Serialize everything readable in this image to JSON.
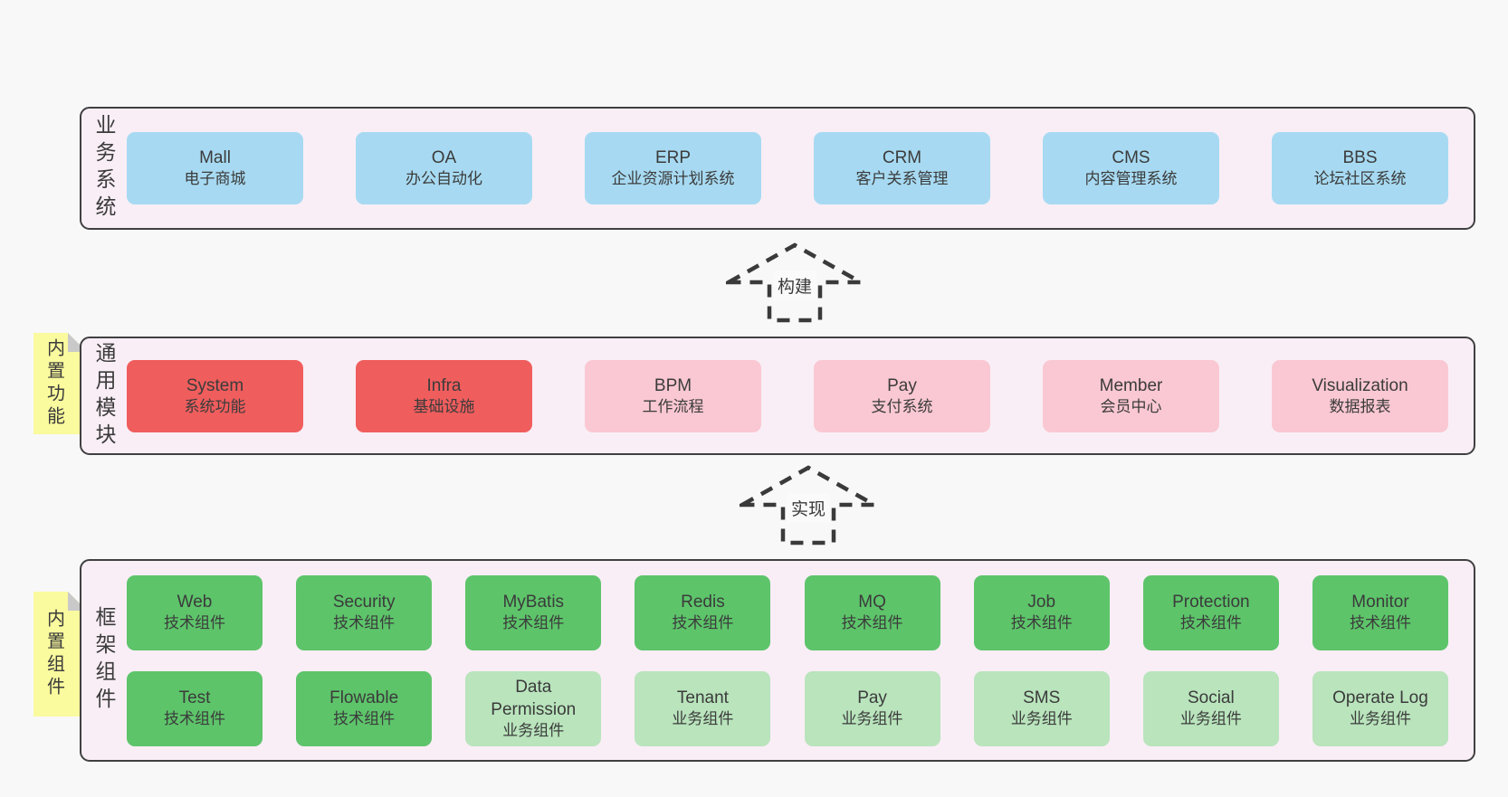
{
  "colors": {
    "background": "#f8f8f8",
    "section_bg": "#f9eef6",
    "section_border": "#404040",
    "blue": "#a7daf2",
    "red": "#f05d5d",
    "pink": "#fac8d2",
    "green": "#5dc46a",
    "light_green": "#b9e4bc",
    "yellow": "#fafa9e",
    "fold_gray": "#c9c9c9",
    "text": "#3b3b3b"
  },
  "arrows": [
    {
      "label": "构建"
    },
    {
      "label": "实现"
    }
  ],
  "sections": {
    "business": {
      "label": "业务系统",
      "boxes": [
        {
          "title": "Mall",
          "subtitle": "电子商城"
        },
        {
          "title": "OA",
          "subtitle": "办公自动化"
        },
        {
          "title": "ERP",
          "subtitle": "企业资源计划系统"
        },
        {
          "title": "CRM",
          "subtitle": "客户关系管理"
        },
        {
          "title": "CMS",
          "subtitle": "内容管理系统"
        },
        {
          "title": "BBS",
          "subtitle": "论坛社区系统"
        }
      ]
    },
    "common": {
      "label": "通用模块",
      "tab": "内置功能",
      "boxes": [
        {
          "title": "System",
          "subtitle": "系统功能"
        },
        {
          "title": "Infra",
          "subtitle": "基础设施"
        },
        {
          "title": "BPM",
          "subtitle": "工作流程"
        },
        {
          "title": "Pay",
          "subtitle": "支付系统"
        },
        {
          "title": "Member",
          "subtitle": "会员中心"
        },
        {
          "title": "Visualization",
          "subtitle": "数据报表"
        }
      ]
    },
    "components": {
      "label": "框架组件",
      "tab": "内置组件",
      "rows": [
        [
          {
            "title": "Web",
            "subtitle": "技术组件"
          },
          {
            "title": "Security",
            "subtitle": "技术组件"
          },
          {
            "title": "MyBatis",
            "subtitle": "技术组件"
          },
          {
            "title": "Redis",
            "subtitle": "技术组件"
          },
          {
            "title": "MQ",
            "subtitle": "技术组件"
          },
          {
            "title": "Job",
            "subtitle": "技术组件"
          },
          {
            "title": "Protection",
            "subtitle": "技术组件"
          },
          {
            "title": "Monitor",
            "subtitle": "技术组件"
          }
        ],
        [
          {
            "title": "Test",
            "subtitle": "技术组件"
          },
          {
            "title": "Flowable",
            "subtitle": "技术组件"
          },
          {
            "title": "Data Permission",
            "subtitle": "业务组件"
          },
          {
            "title": "Tenant",
            "subtitle": "业务组件"
          },
          {
            "title": "Pay",
            "subtitle": "业务组件"
          },
          {
            "title": "SMS",
            "subtitle": "业务组件"
          },
          {
            "title": "Social",
            "subtitle": "业务组件"
          },
          {
            "title": "Operate Log",
            "subtitle": "业务组件"
          }
        ]
      ]
    }
  }
}
